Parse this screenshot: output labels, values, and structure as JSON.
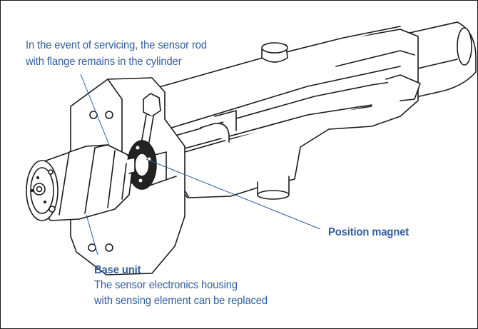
{
  "callouts": {
    "sensor_rod": {
      "line1": "In the event of servicing, the sensor rod",
      "line2": "with flange remains in the cylinder"
    },
    "position_magnet": {
      "title": "Position magnet"
    },
    "base_unit": {
      "title": "Base unit",
      "line1": "The sensor electronics housing",
      "line2": "with sensing element can be replaced"
    }
  },
  "colors": {
    "callout_text": "#2f5d9e",
    "leader_line": "#2f5d9e",
    "outline": "#1a1a1a",
    "magnet_fill": "#222222"
  }
}
